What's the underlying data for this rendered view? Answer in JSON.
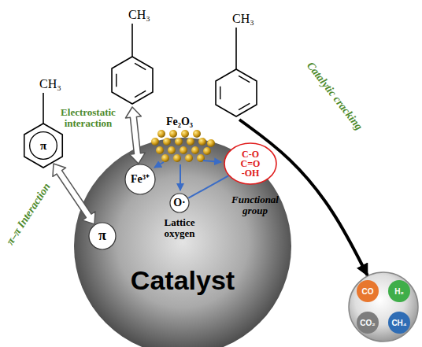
{
  "diagram": {
    "nodes": [
      {
        "text": [
          "Catalyst"
        ]
      },
      {
        "text": [
          "Fe³⁺"
        ],
        "in": 0
      },
      {
        "text": [
          "O·",
          "Lattice oxygen"
        ],
        "in": 0
      },
      {
        "text": [
          "C-O C=O -OH",
          "Functional group"
        ],
        "in": 0
      },
      {
        "text": [
          "π"
        ],
        "in": 0
      },
      {
        "text": [
          "CH₃",
          "π"
        ]
      },
      {
        "text": [
          "CH₃"
        ]
      },
      {
        "text": [
          "CH₃"
        ]
      },
      {
        "text": []
      },
      {
        "text": [
          "CO"
        ],
        "in": 8
      },
      {
        "text": [
          "H₂"
        ],
        "in": 8
      },
      {
        "text": [
          "CO₂"
        ],
        "in": 8
      },
      {
        "text": [
          "CH₄"
        ],
        "in": 8
      }
    ],
    "edges": [
      {
        "from": 5,
        "to": 4,
        "arrow": "both",
        "label": "π–π Interaction"
      },
      {
        "from": 6,
        "to": 1,
        "arrow": "both",
        "label": "Electrostatic interaction"
      },
      {
        "from": 7,
        "to": 8,
        "arrow": "to",
        "label": "Catalytic cracking"
      },
      {
        "from": 2,
        "to": 3,
        "arrow": "none"
      }
    ],
    "labels": [
      "Fe₂O₃"
    ]
  }
}
